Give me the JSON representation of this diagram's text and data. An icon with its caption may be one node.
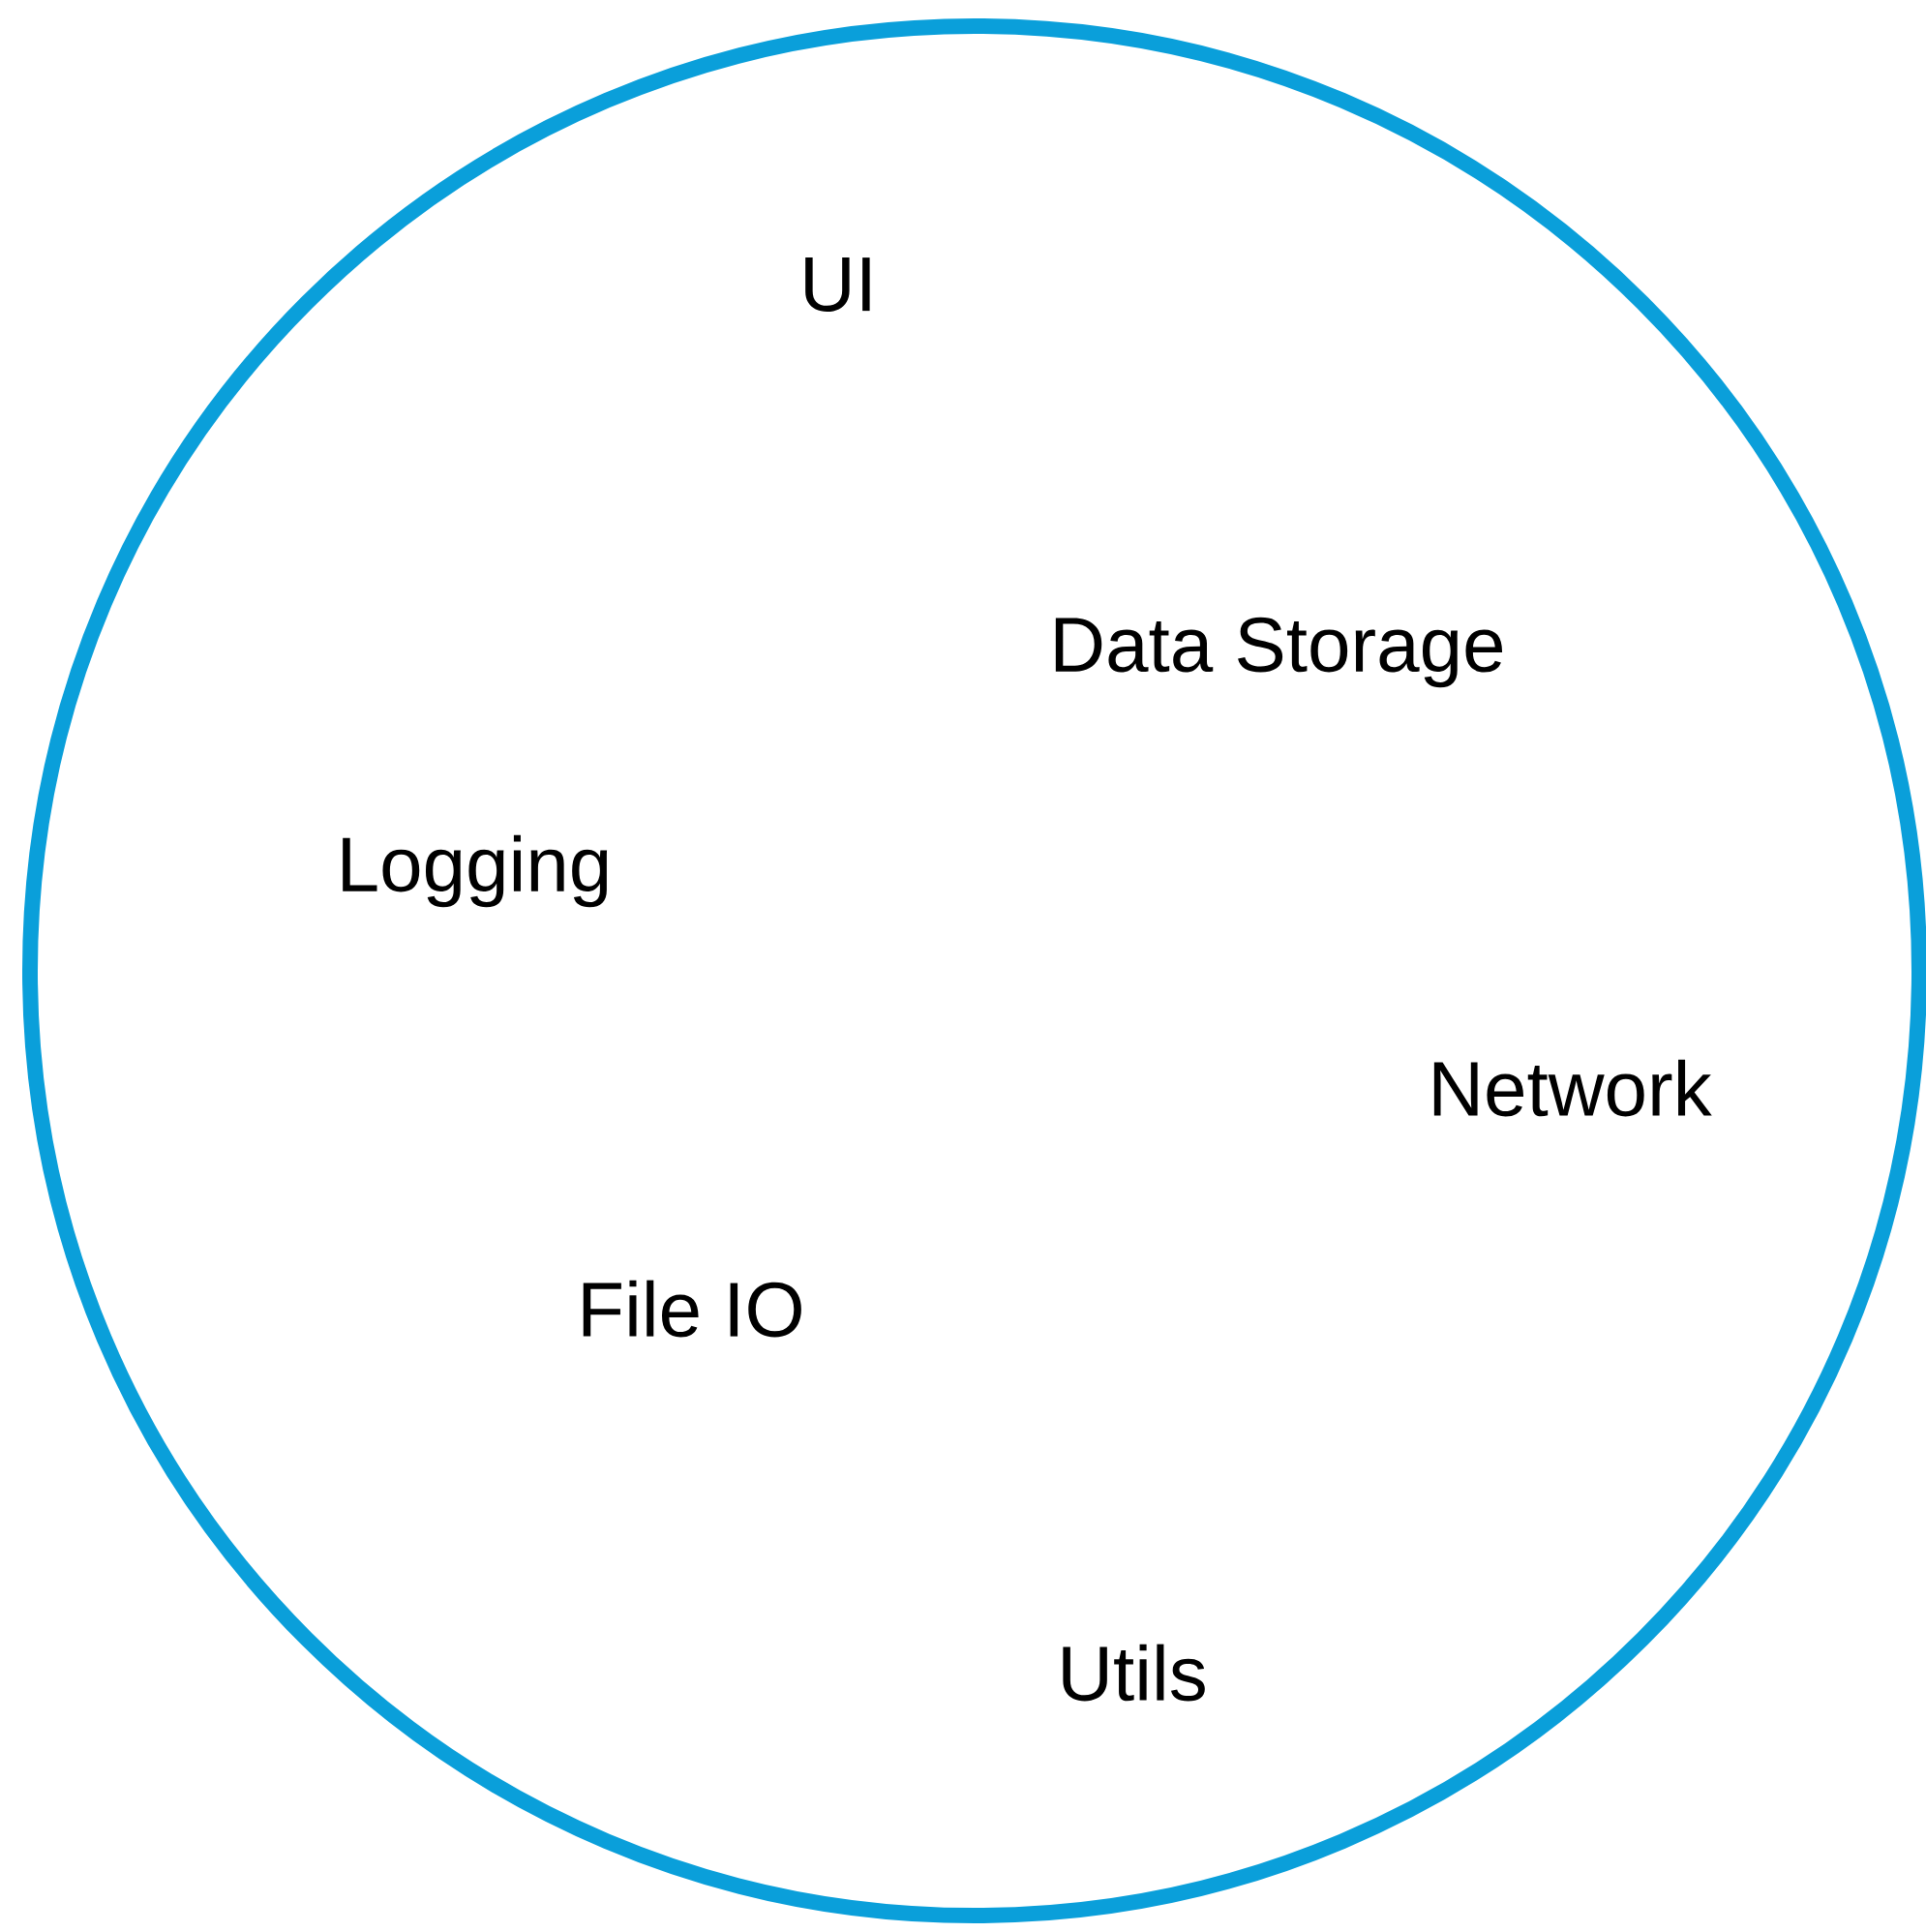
{
  "diagram": {
    "nodes": [
      {
        "text": [
          "UI",
          "Data Storage",
          "Logging",
          "Network",
          "File IO",
          "Utils"
        ]
      }
    ]
  }
}
